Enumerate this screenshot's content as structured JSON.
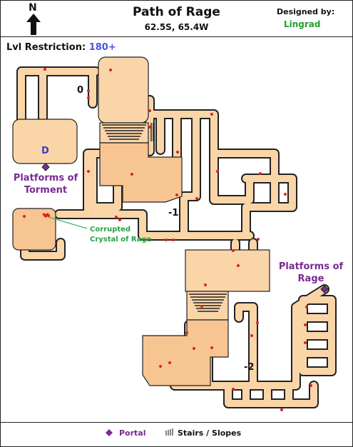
{
  "header": {
    "compass_label": "N",
    "title": "Path of Rage",
    "coordinates": "62.5S, 65.4W",
    "designed_by_label": "Designed by:",
    "designer": "Lingrad"
  },
  "restriction": {
    "label": "Lvl Restriction:",
    "value": "180+"
  },
  "map": {
    "door_label": "D",
    "locations": {
      "torment_line1": "Platforms of",
      "torment_line2": "Torment",
      "rage_line1": "Platforms of",
      "rage_line2": "Rage"
    },
    "levels": {
      "zero": "0",
      "minus_one": "-1",
      "minus_two": "-2"
    },
    "crystal_line1": "Corrupted",
    "crystal_line2": "Crystal of Rage"
  },
  "legend": {
    "portal_label": "Portal",
    "stairs_label": "Stairs / Slopes"
  },
  "colors": {
    "room_fill": "#fad5a8",
    "room_dark": "#f7c592",
    "outline": "#222222",
    "mob_dot": "#e02020",
    "portal": "#7a2a92",
    "designer": "#22a030",
    "restriction_value": "#4557d8"
  }
}
